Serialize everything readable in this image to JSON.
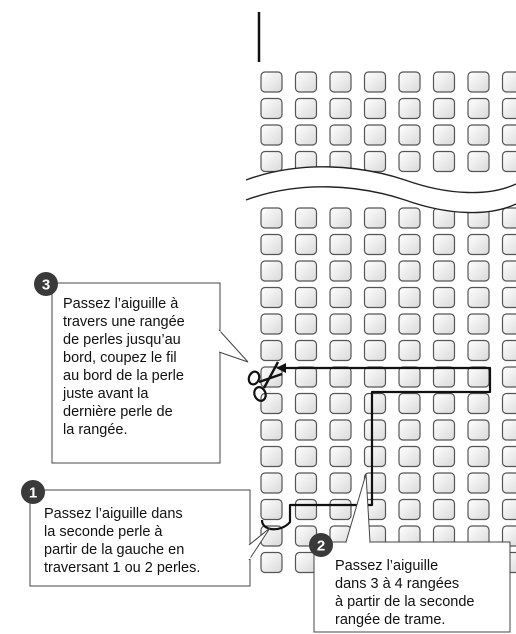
{
  "steps": [
    {
      "number": "1",
      "lines": [
        "Passez l’aiguille dans",
        "la seconde perle à",
        "partir de la gauche en",
        "traversant 1 ou 2 perles."
      ]
    },
    {
      "number": "2",
      "lines": [
        "Passez l’aiguille",
        "dans 3 à 4 rangées",
        "à partir de la seconde",
        "rangée de trame."
      ]
    },
    {
      "number": "3",
      "lines": [
        "Passez l’aiguille à",
        "travers une rangée",
        "de perles jusqu’au",
        "bord, coupez le fil",
        "au bord de la perle",
        "juste avant la",
        "dernière perle de",
        "la rangée."
      ]
    }
  ],
  "bead_grid": {
    "columns": 8,
    "rows_above_break": 4,
    "rows_below_break": 14
  },
  "colors": {
    "bead_fill": "#f4f4f4",
    "bead_stroke": "#555555",
    "badge": "#3a3a3a",
    "thread": "#111111"
  },
  "icons": [
    "scissors-icon"
  ]
}
